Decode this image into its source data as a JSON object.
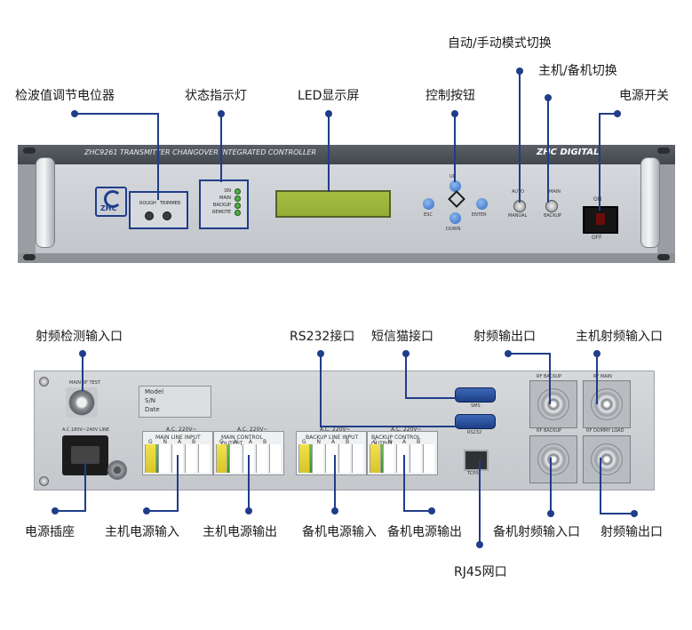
{
  "front_panel": {
    "model_title": "ZHC9261  TRANSMITTER CHANGOVER INTEGRATED CONTROLLER",
    "brand": "ZHC DIGITAL",
    "logo_text": "ZHC",
    "trim_labels": {
      "rough": "ROUGH",
      "trimmer": "TRIMMER"
    },
    "leds": [
      "ON",
      "MAIN",
      "BACKUP",
      "REMOTE"
    ],
    "keys": {
      "up": "UP",
      "esc": "ESC",
      "enter": "ENTER",
      "down": "DOWN"
    },
    "mode_switch": {
      "top": "AUTO",
      "bottom": "MANUAL"
    },
    "main_backup_switch": {
      "top": "MAIN",
      "bottom": "BACKUP"
    },
    "power": {
      "on": "ON",
      "off": "OFF"
    }
  },
  "front_callouts": {
    "trim_pot": "检波值调节电位器",
    "status_leds": "状态指示灯",
    "led_display": "LED显示屏",
    "control_keys": "控制按钮",
    "auto_manual": "自动/手动模式切换",
    "main_backup": "主机/备机切换",
    "power_switch": "电源开关"
  },
  "rear_panel": {
    "rf_test_label": "MAIN RF TEST",
    "model_lines": [
      "Model",
      "S/N",
      "Date"
    ],
    "ac_label": "A.C.180V~240V LINE",
    "terminals": [
      {
        "top": "A.C. 220V~",
        "bottom": "MAIN LINE INPUT"
      },
      {
        "top": "A.C. 220V~",
        "bottom": "MAIN CONTROL OUTPUT"
      },
      {
        "top": "A.C. 220V~",
        "bottom": "BACKUP LINE INPUT"
      },
      {
        "top": "A.C. 220V~",
        "bottom": "BACKUP CONTROL OUTPUT"
      }
    ],
    "terminal_pins": "G N A B C",
    "sms_label": "SMS",
    "rs232_label": "RS232",
    "rj45_label": "TCP/IP",
    "rf_ports": {
      "backup_out": "RF BACKUP",
      "main_in": "RF MAIN",
      "backup_in": "RF BACKUP",
      "dummy_load": "RF DUMMY LOAD"
    }
  },
  "rear_callouts": {
    "rf_detect_input": "射频检测输入口",
    "rs232": "RS232接口",
    "sms_modem": "短信猫接口",
    "rf_output_top": "射频输出口",
    "main_rf_input": "主机射频输入口",
    "power_socket": "电源插座",
    "main_power_in": "主机电源输入",
    "main_power_out": "主机电源输出",
    "backup_power_in": "备机电源输入",
    "backup_power_out": "备机电源输出",
    "rj45": "RJ45网口",
    "backup_rf_input": "备机射频输入口",
    "rf_output_bottom": "射频输出口"
  },
  "colors": {
    "callout_line": "#1f3d8a",
    "panel_dark": "#4a4e54",
    "panel_face": "#c9ccd0"
  }
}
